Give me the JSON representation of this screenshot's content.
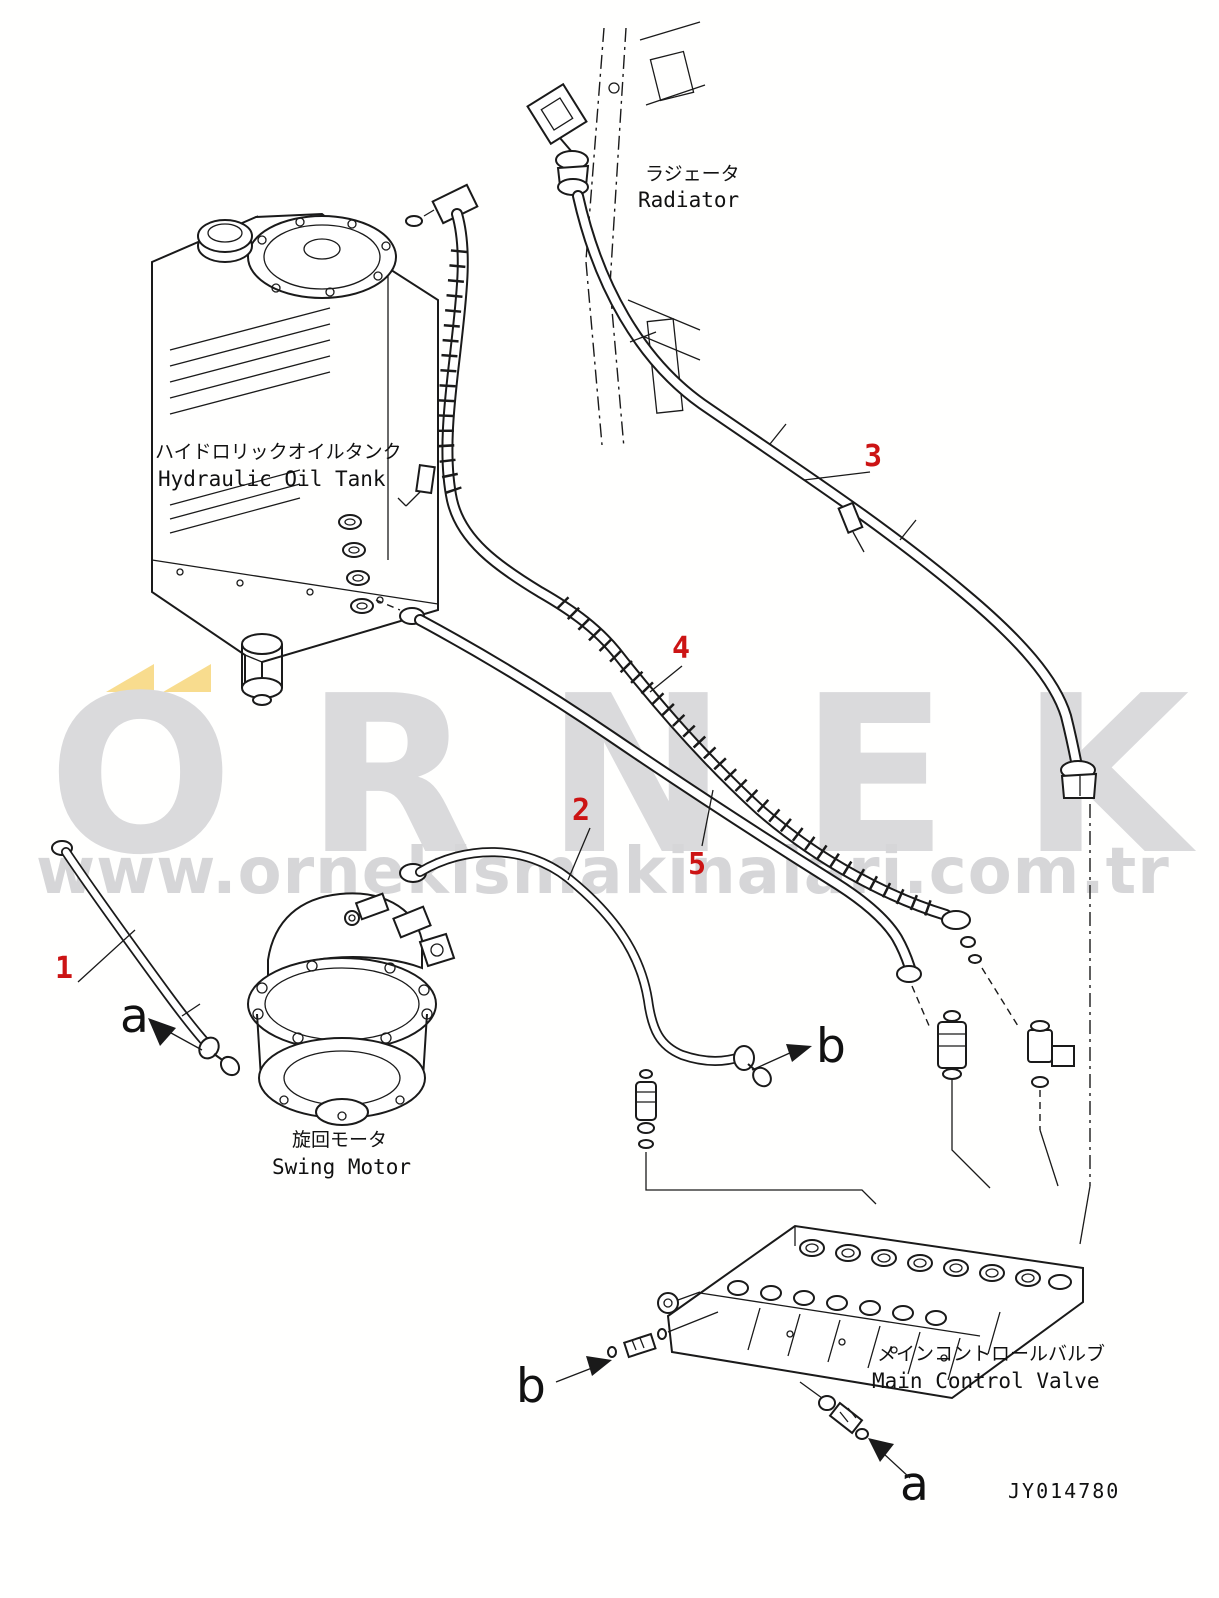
{
  "drawing": {
    "number": "JY014780"
  },
  "watermark": {
    "brand": "ÖRNEK",
    "brand_letters": "ORNEK",
    "url": "www.ornekismakinalari.com.tr",
    "gray": "#dadadc",
    "accent_yellow": "#f8dc8e"
  },
  "components": {
    "radiator": {
      "label_ja": "ラジェータ",
      "label_en": "Radiator"
    },
    "hydraulic_oil_tank": {
      "label_ja": "ハイドロリックオイルタンク",
      "label_en": "Hydraulic Oil Tank"
    },
    "swing_motor": {
      "label_ja": "旋回モータ",
      "label_en": "Swing Motor"
    },
    "main_control_valve": {
      "label_ja": "メインコントロールバルブ",
      "label_en": "Main Control Valve"
    }
  },
  "callouts": {
    "c1": "1",
    "c2": "2",
    "c3": "3",
    "c4": "4",
    "c5": "5"
  },
  "connection_points": {
    "a_upper": "a",
    "b_upper": "b",
    "b_lower": "b",
    "a_lower": "a"
  },
  "colors": {
    "callout_red": "#cc1414",
    "line": "#1a1a1a"
  }
}
